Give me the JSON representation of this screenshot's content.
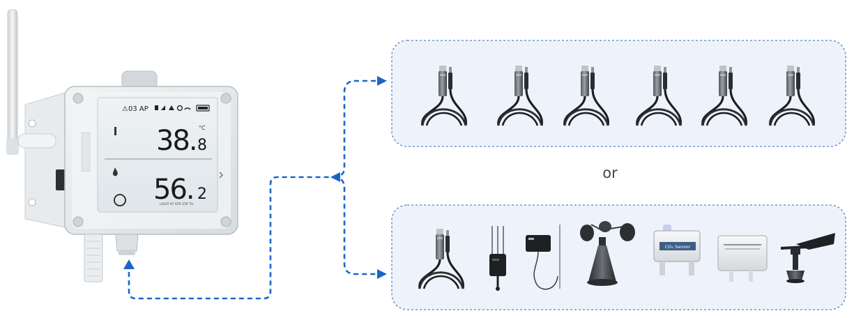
{
  "device": {
    "alarm_text": "⚠03 AP",
    "temperature_value_main": "38.",
    "temperature_value_decimal": "8",
    "temperature_unit": "°C",
    "humidity_value_main": "56.",
    "humidity_value_decimal": "2",
    "bottom_labels": "LIGHT  AT  STR  STR  TH"
  },
  "divider_text": "or",
  "colors": {
    "connector_line": "#1a66c7",
    "panel_border": "#6f98d6",
    "panel_fill": "#eef3fb",
    "lcd_background": "#e6ecef",
    "lcd_text": "#1a1a1a"
  },
  "top_group": {
    "probes": [
      {
        "type": "temperature-humidity-probe"
      },
      {
        "type": "temperature-humidity-probe"
      },
      {
        "type": "temperature-humidity-probe"
      },
      {
        "type": "temperature-humidity-probe"
      },
      {
        "type": "temperature-humidity-probe"
      },
      {
        "type": "temperature-humidity-probe"
      }
    ]
  },
  "bottom_group": {
    "sensors": [
      {
        "type": "temperature-humidity-probe"
      },
      {
        "type": "soil-moisture-probe"
      },
      {
        "type": "thermocouple-probe"
      },
      {
        "type": "anemometer"
      },
      {
        "type": "co2-sensor",
        "label": "CO₂ Sensor"
      },
      {
        "type": "pressure-sensor"
      },
      {
        "type": "wind-vane"
      }
    ]
  }
}
